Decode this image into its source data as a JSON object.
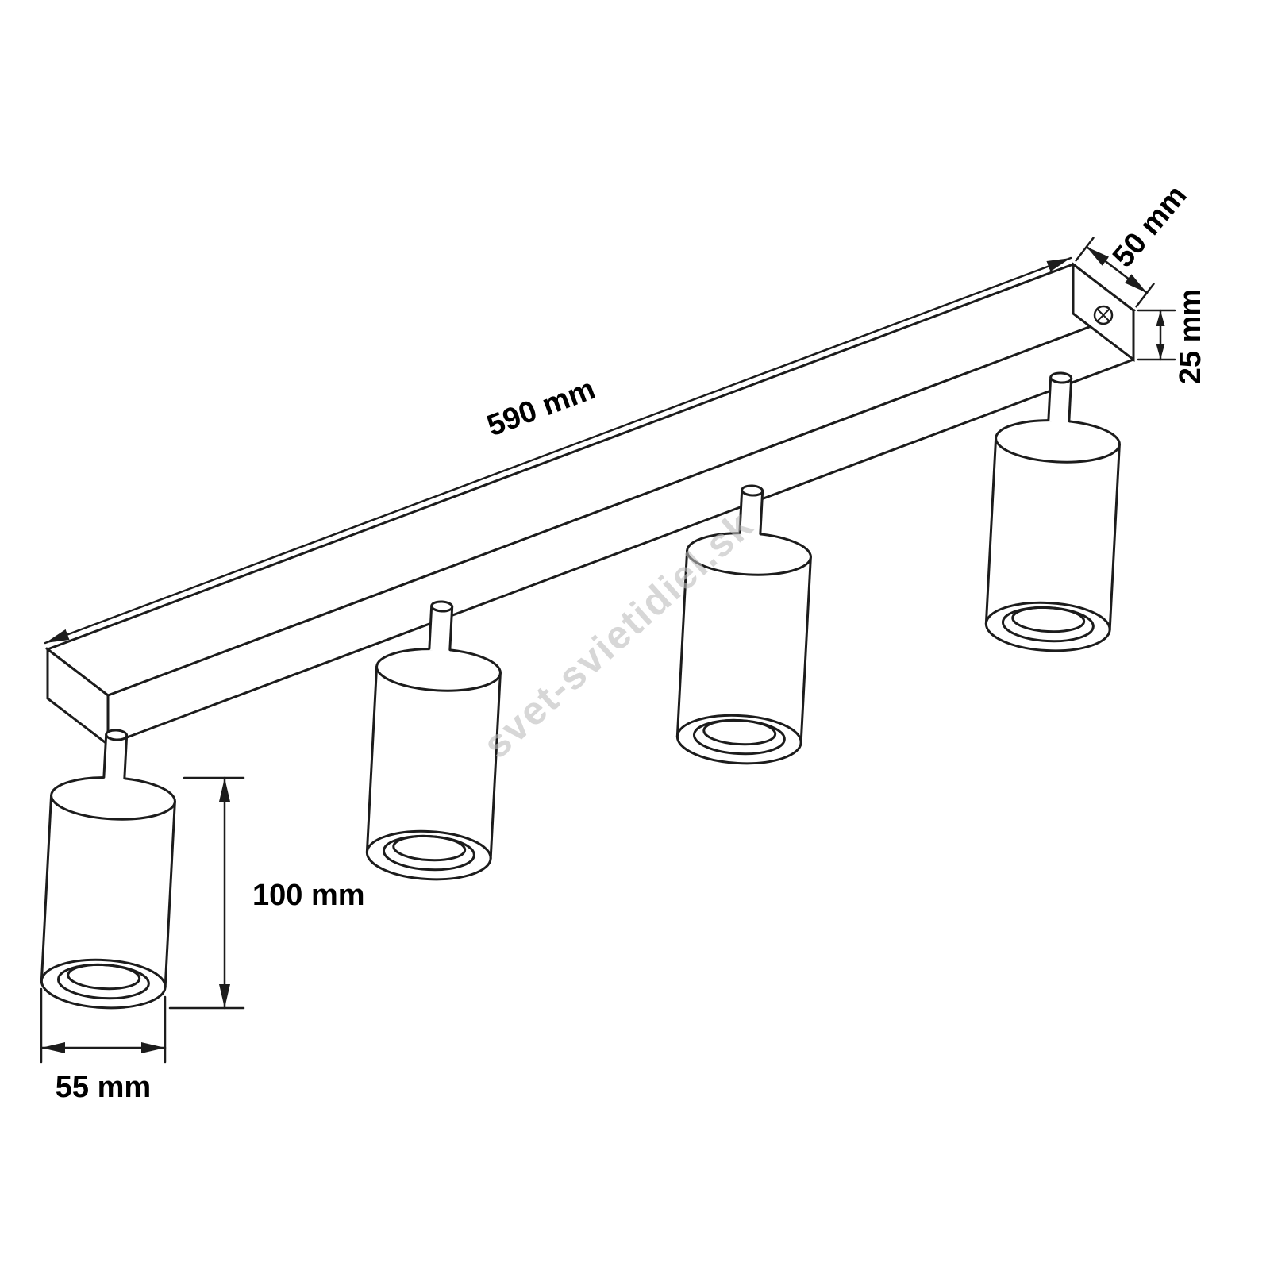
{
  "page": {
    "background": "#ffffff"
  },
  "drawing": {
    "watermark": "svet-svietidiel.sk",
    "dimensions": {
      "rail_length": "590 mm",
      "rail_depth": "50 mm",
      "rail_height": "25 mm",
      "spot_body_height": "100 mm",
      "spot_body_diameter": "55 mm"
    },
    "colors": {
      "line": "#1c1c1c",
      "text": "#000000",
      "watermark": "#bdbdbd"
    }
  }
}
